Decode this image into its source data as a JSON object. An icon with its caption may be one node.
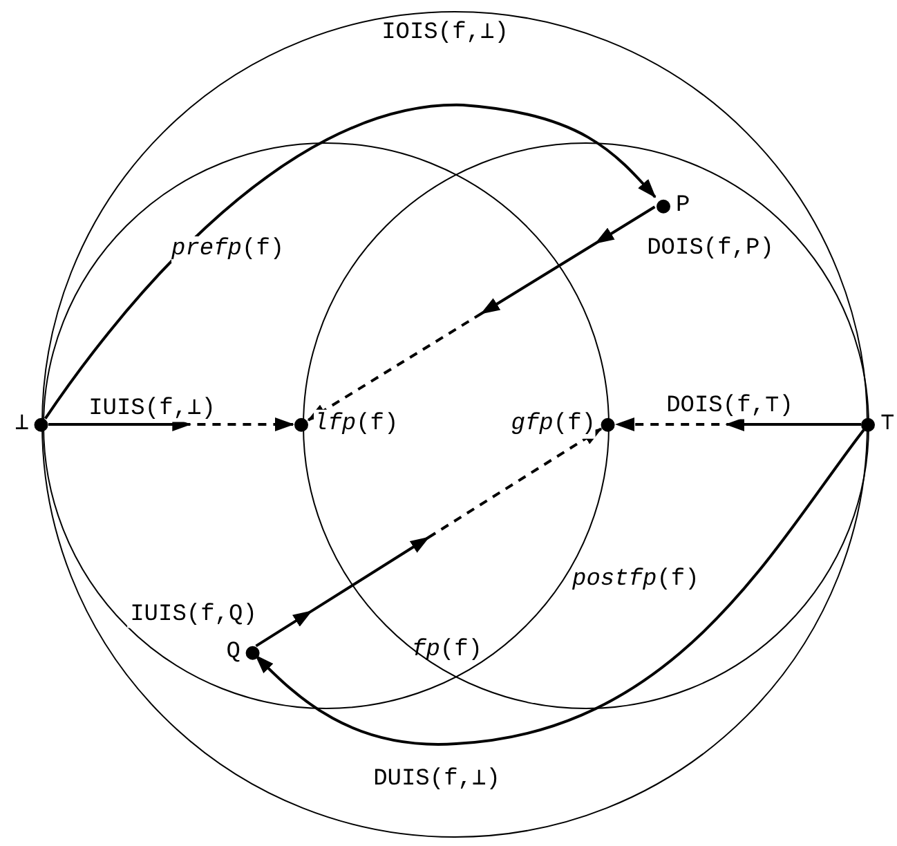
{
  "diagram": {
    "nodes": [
      {
        "text": [],
        "shape": "circle"
      },
      {
        "text": [
          "*prefp*(f)"
        ],
        "in": 0
      },
      {
        "text": [
          "*postfp*(f)"
        ],
        "in": 0
      },
      {
        "text": [
          "⊥"
        ]
      },
      {
        "text": [
          "P"
        ],
        "in": 2
      },
      {
        "text": [
          "*lfp*(f)"
        ]
      },
      {
        "text": [
          "*gfp*(f)"
        ]
      },
      {
        "text": [
          "⊤"
        ]
      },
      {
        "text": [
          "Q"
        ],
        "in": 1
      }
    ],
    "edges": [
      {
        "from": 3,
        "to": 4,
        "arrow": "to",
        "label": "IOIS(f,⊥)"
      },
      {
        "from": 3,
        "to": 5,
        "arrow": "to",
        "label": "IUIS(f,⊥)",
        "style": "dashed"
      },
      {
        "from": 4,
        "to": 5,
        "arrow": "to",
        "label": "DOIS(f,P)",
        "style": "dashed"
      },
      {
        "from": 7,
        "to": 6,
        "arrow": "to",
        "label": "DOIS(f,⊤)",
        "style": "dashed"
      },
      {
        "from": 8,
        "to": 6,
        "arrow": "to",
        "label": "IUIS(f,Q)",
        "style": "dashed"
      },
      {
        "from": 7,
        "to": 8,
        "arrow": "to",
        "label": "DUIS(f,⊥)"
      }
    ],
    "labels": [
      "*fp*(f)"
    ]
  }
}
